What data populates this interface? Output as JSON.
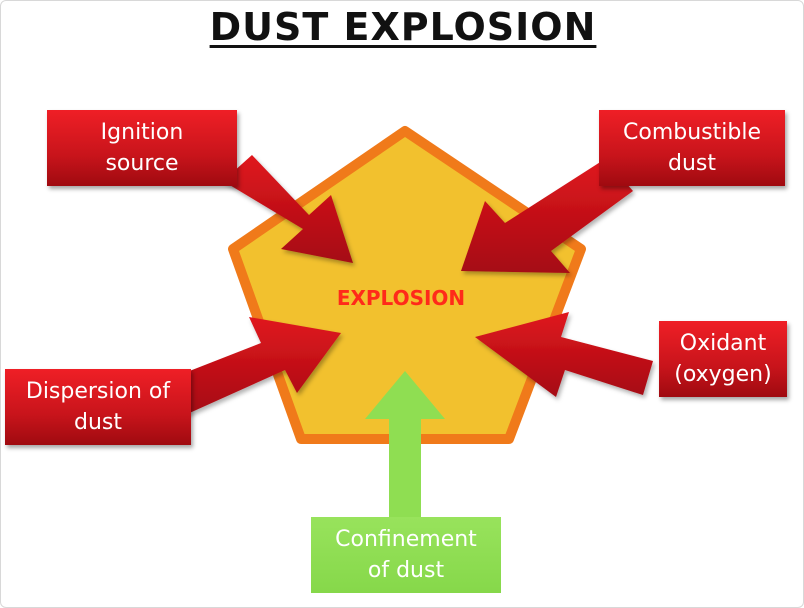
{
  "title": "DUST EXPLOSION",
  "center_label": "EXPLOSION",
  "factors": {
    "ignition": "Ignition\nsource",
    "combustible": "Combustible\ndust",
    "dispersion": "Dispersion of\ndust",
    "oxidant": "Oxidant\n(oxygen)",
    "confinement": "Confinement\nof dust"
  },
  "colors": {
    "pentagon_fill": "#f2c12e",
    "pentagon_border": "#f07a1a",
    "factor_box": "#d9161d",
    "confinement_box": "#8fde52",
    "arrow_red": "#cc101a",
    "arrow_green": "#8fde52",
    "center_label": "#ff2a1a"
  }
}
